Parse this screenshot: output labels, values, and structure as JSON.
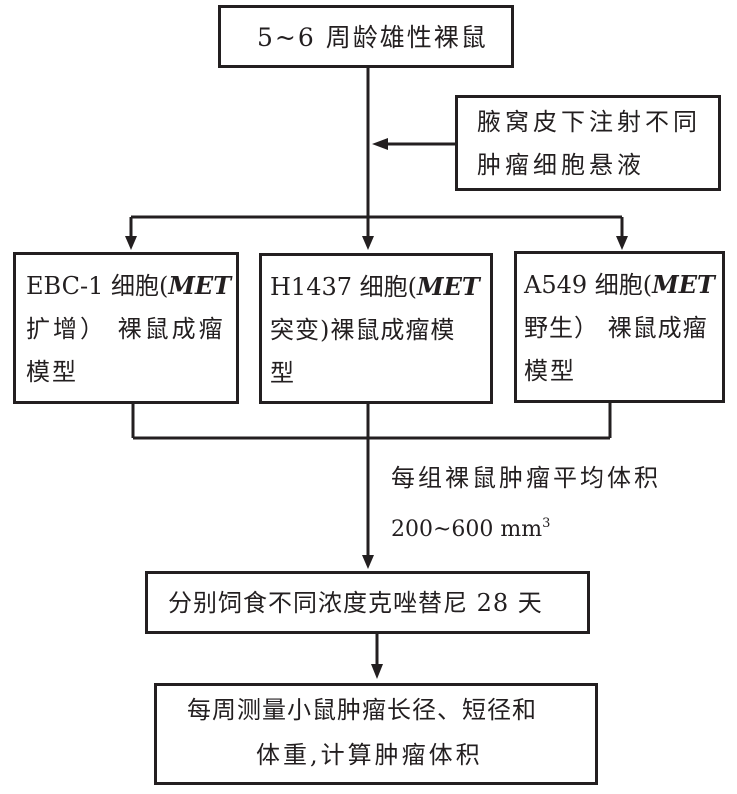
{
  "nodes": {
    "start": {
      "text": "5~6 周龄雄性裸鼠"
    },
    "inject": {
      "line1": "腋窝皮下注射不同",
      "line2": "肿瘤细胞悬液"
    },
    "model_ebc": {
      "line1_prefix": "EBC-1 细胞(",
      "line1_italic": "MET",
      "line2": "扩增） 裸鼠成瘤",
      "line3": "模型"
    },
    "model_h1437": {
      "line1_prefix": "H1437 细胞(",
      "line1_italic": "MET",
      "line2": "突变)裸鼠成瘤模",
      "line3": "型"
    },
    "model_a549": {
      "line1_prefix": "A549 细胞(",
      "line1_italic": "MET",
      "line2": "野生） 裸鼠成瘤",
      "line3": "模型"
    },
    "condition": {
      "line1": "每组裸鼠肿瘤平均体积",
      "line2_value": "200~600 mm",
      "line2_sup": "3"
    },
    "feed": {
      "text": "分别饲食不同浓度克唑替尼 28 天"
    },
    "measure": {
      "line1": "每周测量小鼠肿瘤长径、短径和",
      "line2": "体重,计算肿瘤体积"
    }
  },
  "colors": {
    "stroke": "#231f20",
    "background": "#ffffff"
  }
}
